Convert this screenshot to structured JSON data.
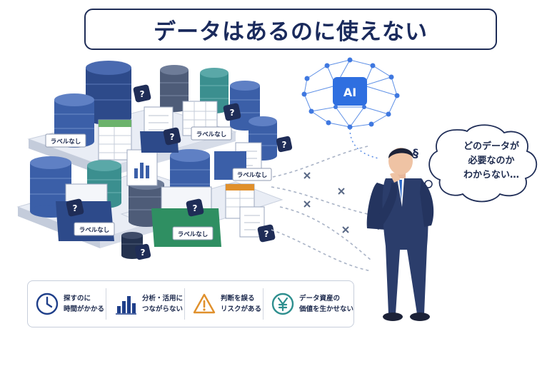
{
  "title": "データはあるのに使えない",
  "ai_label": "AI",
  "bubble": {
    "lines": [
      "どのデータが",
      "必要なのか",
      "わからない…"
    ]
  },
  "tag_text": "ラベルなし",
  "question_mark": "?",
  "thinking_mark": "§",
  "legend": [
    {
      "icon": "clock-icon",
      "line1": "探すのに",
      "line2": "時間がかかる"
    },
    {
      "icon": "bar-chart-icon",
      "line1": "分析・活用に",
      "line2": "つながらない"
    },
    {
      "icon": "warning-icon",
      "line1": "判断を誤る",
      "line2": "リスクがある"
    },
    {
      "icon": "yen-icon",
      "line1": "データ資産の",
      "line2": "価値を生かせない"
    }
  ],
  "colors": {
    "navy": "#1f2d57",
    "blue": "#3b5fa8",
    "teal": "#3b8f8f",
    "green": "#2f8f62",
    "orange": "#e0902c",
    "ai_blue": "#2f6fe0"
  }
}
